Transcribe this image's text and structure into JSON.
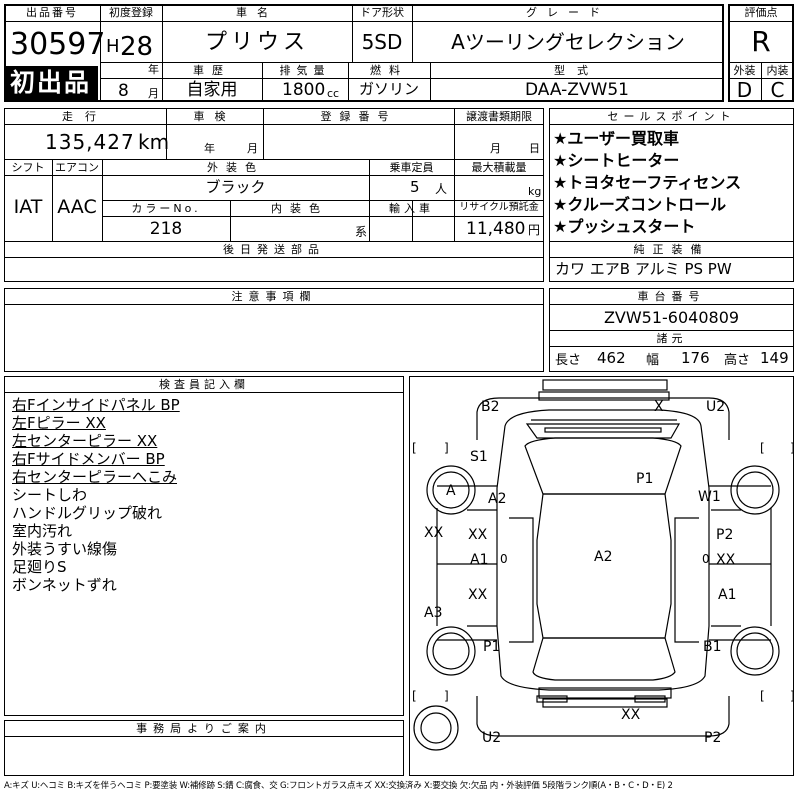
{
  "header": {
    "lot_label": "出品番号",
    "lot_number": "30597",
    "first_listing": "初出品",
    "reg_label": "初度登録",
    "era": "H",
    "year": "28",
    "year_unit": "年",
    "month": "8",
    "month_unit": "月",
    "name_label": "車名",
    "name_value": "プリウス",
    "door_label": "ドア形状",
    "door_value": "5SD",
    "grade_label": "グレード",
    "grade_value": "Aツーリングセレクション",
    "score_label": "評価点",
    "score_value": "R",
    "history_label": "車歴",
    "history_value": "自家用",
    "cc_label": "排気量",
    "cc_value": "1800",
    "cc_unit": "cc",
    "fuel_label": "燃料",
    "fuel_value": "ガソリン",
    "model_label": "型式",
    "model_value": "DAA-ZVW51",
    "ext_label": "外装",
    "ext_value": "D",
    "int_label": "内装",
    "int_value": "C"
  },
  "row2": {
    "mileage_label": "走行",
    "mileage_value": "135,427",
    "mileage_unit": "km",
    "inspection_label": "車検",
    "year_unit": "年",
    "month_unit": "月",
    "reg_no_label": "登録番号",
    "transfer_label": "譲渡書類期限",
    "day_unit": "日"
  },
  "row3": {
    "shift_label": "シフト",
    "shift_value": "IAT",
    "ac_label": "エアコン",
    "ac_value": "AAC",
    "color_label": "外装色",
    "color_value": "ブラック",
    "capacity_label": "乗車定員",
    "capacity_value": "5",
    "capacity_unit": "人",
    "load_label": "最大積載量",
    "load_unit": "kg",
    "colorno_label": "カラーNo.",
    "colorno_value": "218",
    "intcolor_label": "内装色",
    "intcolor_unit": "系",
    "import_label": "輸入車",
    "recycle_label": "リサイクル預託金",
    "recycle_value": "11,480",
    "recycle_unit": "円"
  },
  "later_parts_label": "後日発送部品",
  "sales": {
    "label": "セールスポイント",
    "items": [
      "★ユーザー買取車",
      "★シートヒーター",
      "★トヨタセーフティセンス",
      "★クルーズコントロール",
      "★プッシュスタート"
    ]
  },
  "equipment": {
    "label": "純正装備",
    "value": "カワ エアB アルミ PS PW"
  },
  "notes_label": "注意事項欄",
  "chassis": {
    "label": "車台番号",
    "value": "ZVW51-6040809"
  },
  "dims": {
    "label": "諸元",
    "len_label": "長さ",
    "len_value": "462",
    "wid_label": "幅",
    "wid_value": "176",
    "hei_label": "高さ",
    "hei_value": "149"
  },
  "inspector": {
    "label": "検査員記入欄",
    "lines_underlined": [
      "右Fインサイドパネル BP",
      "左Fピラー XX",
      "左センターピラー XX",
      "右Fサイドメンバー BP",
      "右センターピラーへこみ"
    ],
    "lines": [
      "シートしわ",
      "ハンドルグリップ破れ",
      "室内汚れ",
      "外装うすい線傷",
      "足廻りS",
      "ボンネットずれ"
    ]
  },
  "office_label": "事務局よりご案内",
  "diagram": {
    "marks": [
      "B2",
      "X",
      "U2",
      "S1",
      "P1",
      "A",
      "A2",
      "W1",
      "XX",
      "XX",
      "P2",
      "A1",
      "0",
      "A2",
      "0",
      "XX",
      "XX",
      "A1",
      "A3",
      "P1",
      "B1",
      "XX",
      "U2",
      "P2"
    ],
    "brackets": [
      "[",
      "]",
      "[",
      "]",
      "[",
      "]",
      "[",
      "]"
    ]
  },
  "legend": "A:キズ U:ヘコミ B:キズを伴うヘコミ P:要塗装 W:補修跡 S:錆 C:腐食、交 G:フロントガラス点キズ XX:交換済み X:要交換 欠:欠品 内・外装評価 5段階ランク順(A・B・C・D・E) 2"
}
